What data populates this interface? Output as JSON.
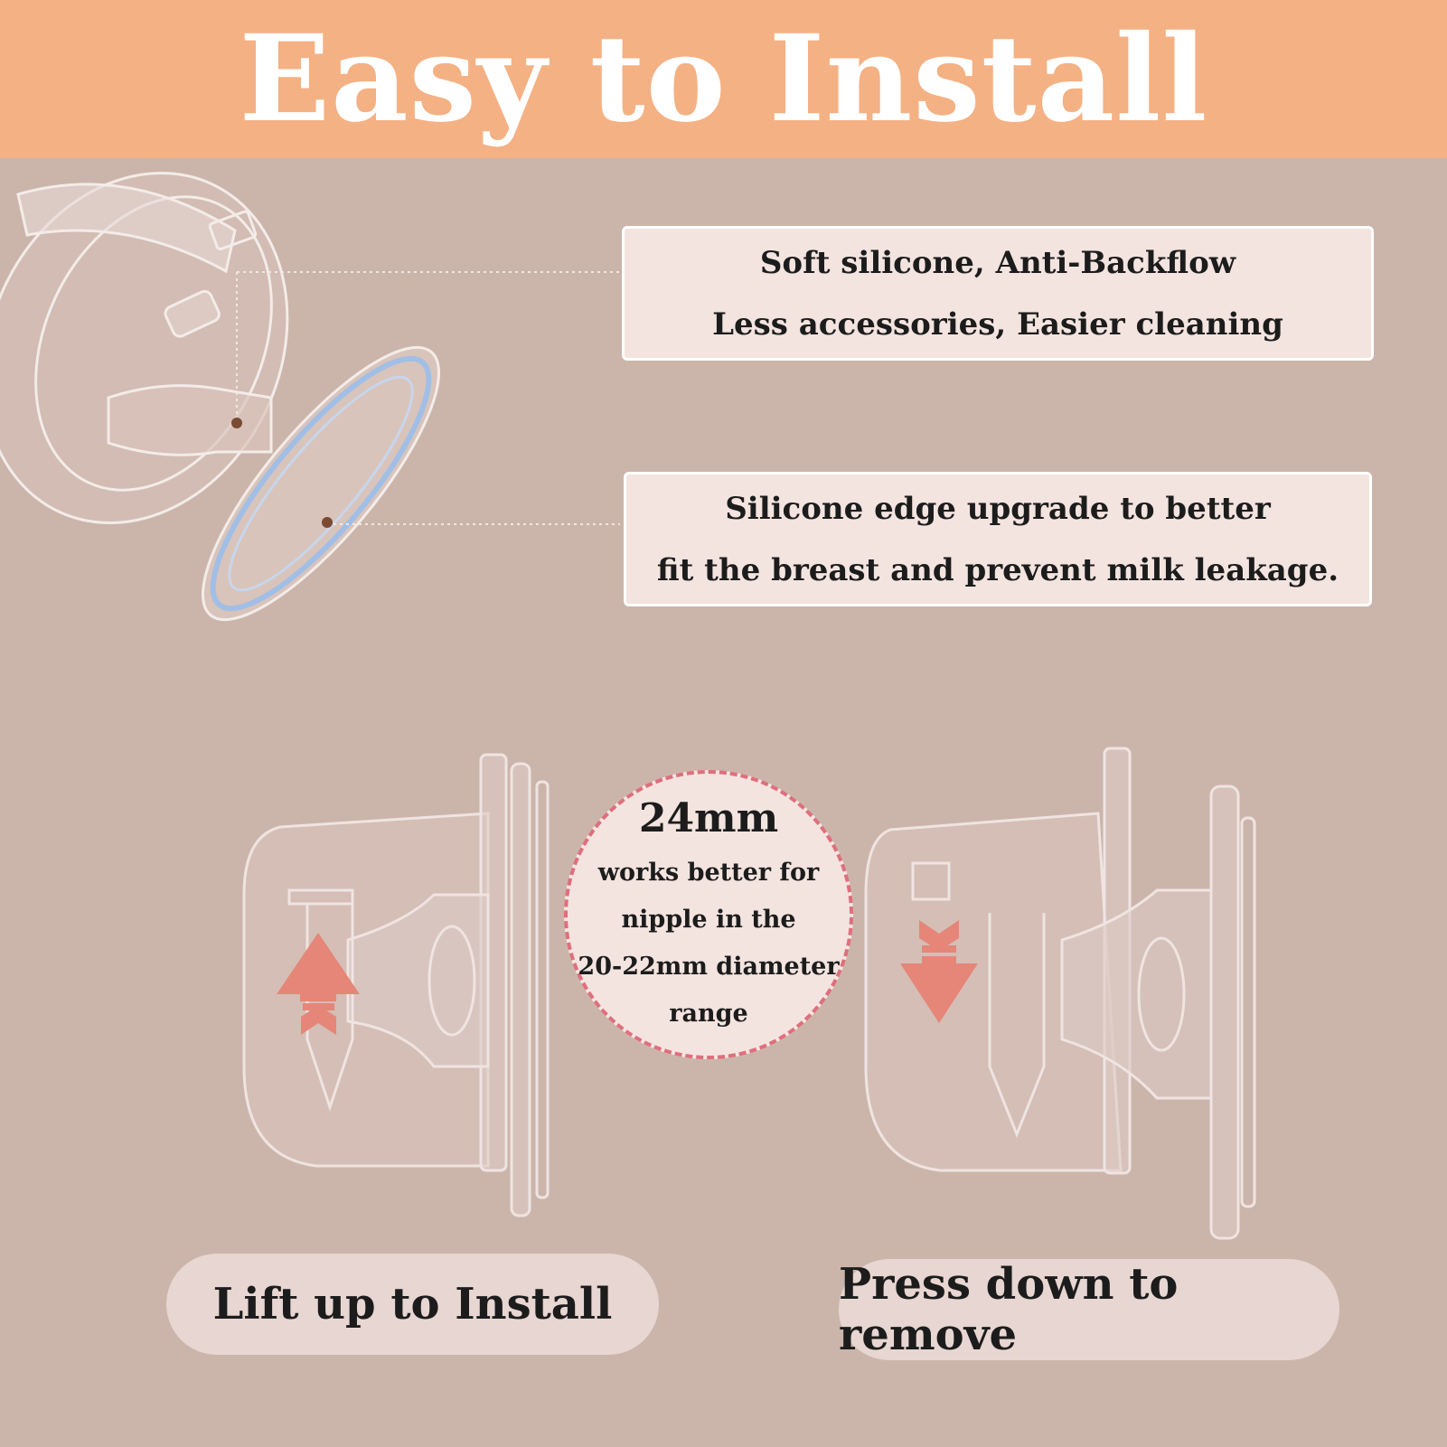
{
  "header": {
    "title": "Easy to Install"
  },
  "callouts": [
    {
      "lines": [
        "Soft silicone,  Anti-Backflow",
        "Less accessories, Easier cleaning"
      ]
    },
    {
      "lines": [
        "Silicone edge upgrade to better",
        "fit the breast and prevent milk leakage."
      ]
    }
  ],
  "size_badge": {
    "size": "24mm",
    "lines": [
      "works better for",
      "nipple in the",
      "20-22mm diameter",
      "range"
    ]
  },
  "actions": {
    "install_label": "Lift up to Install",
    "remove_label": "Press down to remove"
  },
  "colors": {
    "header_bg": "#f4b183",
    "page_bg": "#cbb5ab",
    "callout_bg": "#f3e4e0",
    "arrow": "#e58678",
    "dash_border": "#df6f7c"
  }
}
